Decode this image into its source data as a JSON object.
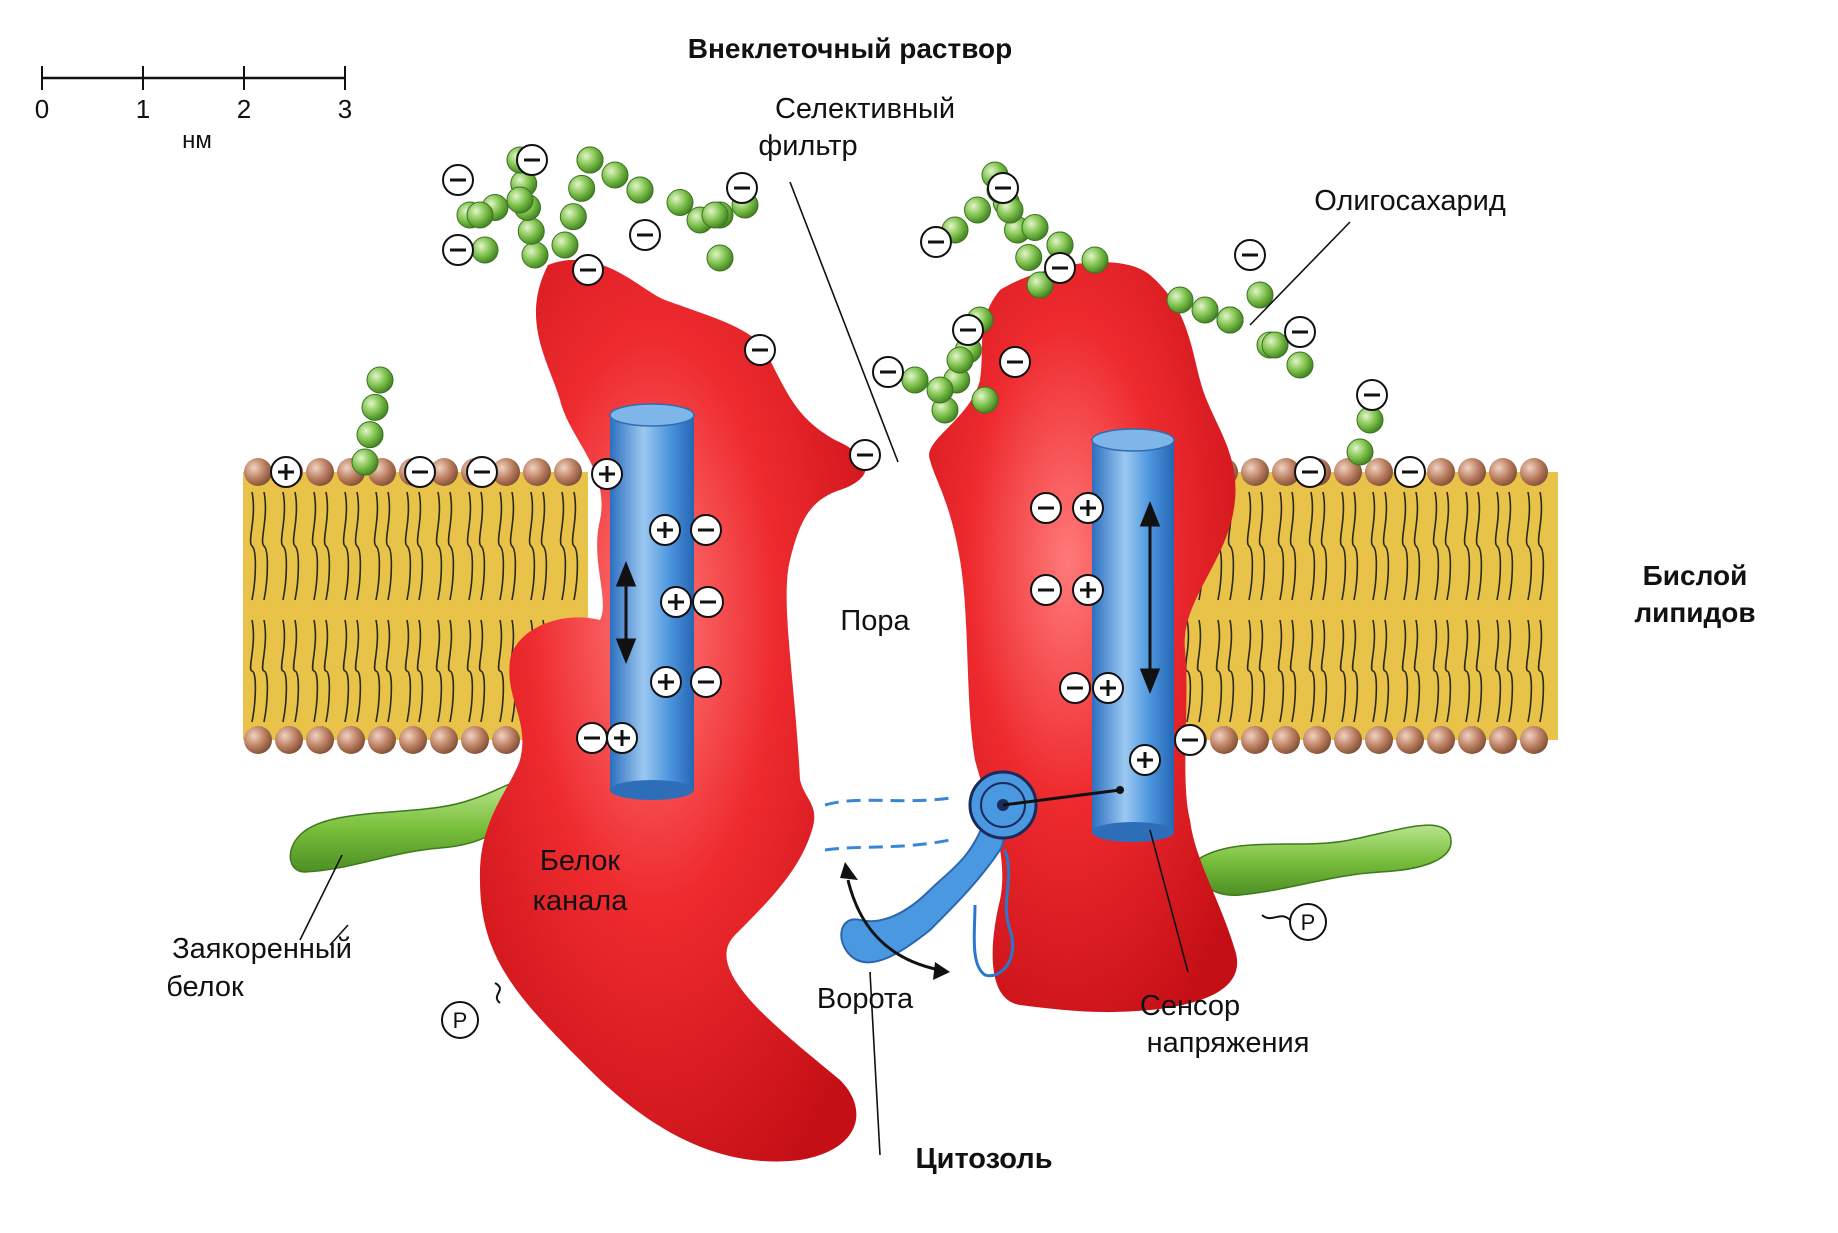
{
  "labels": {
    "extracellular": "Внеклеточный раствор",
    "cytosol": "Цитозоль",
    "selective_filter_line1": "Селективный",
    "selective_filter_line2": "фильтр",
    "oligosaccharide": "Олигосахарид",
    "pore": "Пора",
    "bilayer_line1": "Бислой",
    "bilayer_line2": "липидов",
    "channel_protein_line1": "Белок",
    "channel_protein_line2": "канала",
    "anchored_protein_line1": "Заякоренный",
    "anchored_protein_line2": "белок",
    "gate": "Ворота",
    "voltage_sensor_line1": "Сенсор",
    "voltage_sensor_line2": "напряжения",
    "phosphate": "P"
  },
  "scale_bar": {
    "ticks": [
      "0",
      "1",
      "2",
      "3"
    ],
    "unit": "нм"
  },
  "colors": {
    "protein_red": "#e8262c",
    "helix_blue": "#3f8fdc",
    "lipid_yellow": "#e9c24a",
    "lipid_head": "#b77a5c",
    "sugar_green": "#7cc04a",
    "anchor_green": "#79bf3c"
  }
}
